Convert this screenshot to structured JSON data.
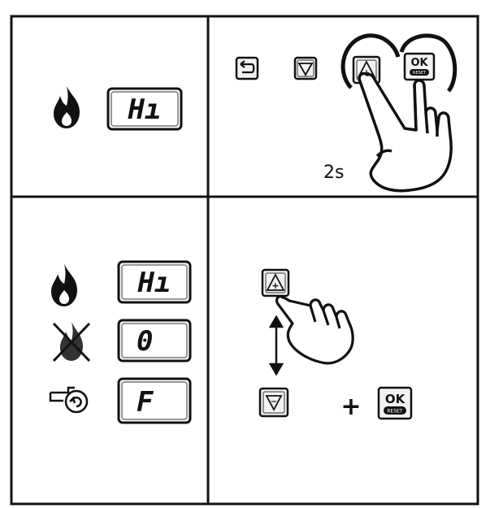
{
  "panels": {
    "top_left": {
      "display_text": "Hı"
    },
    "top_right": {
      "hold_duration": "2s",
      "ok_button_text": "OK",
      "ok_button_subtext": "RESET"
    },
    "bottom_left": {
      "rows": [
        {
          "icon": "flame-icon",
          "display_text": "Hı"
        },
        {
          "icon": "flame-crossed-icon",
          "display_text": "0"
        },
        {
          "icon": "pump-icon",
          "display_text": "F"
        }
      ]
    },
    "bottom_right": {
      "plus_sign": "+",
      "ok_button_text": "OK",
      "ok_button_subtext": "RESET"
    }
  },
  "icons": {
    "back": "back-arrow-icon",
    "up": "up-triangle-button-icon",
    "down": "down-triangle-button-icon",
    "hand": "pointing-hand-icon",
    "updown": "up-down-arrow-icon"
  }
}
